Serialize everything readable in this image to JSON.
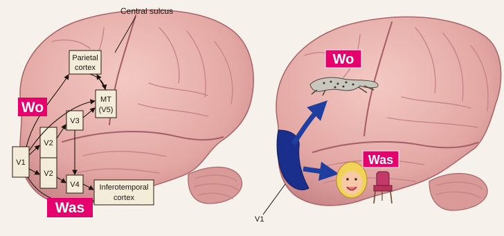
{
  "left": {
    "sulcus_label": "Central sulcus",
    "boxes": {
      "parietal": [
        "Parietal",
        "cortex"
      ],
      "mt": [
        "MT",
        "(V5)"
      ],
      "v1": "V1",
      "v2_top": "V2",
      "v2_bottom": "V2",
      "v3": "V3",
      "v4": "V4",
      "it": [
        "Inferotemporal",
        "cortex"
      ]
    },
    "tag_where": "Wo",
    "tag_what": "Was"
  },
  "right": {
    "tag_where": "Wo",
    "tag_what": "Was",
    "v1_label": "V1"
  },
  "colors": {
    "tag": "#e5006e",
    "brain": "#e8b3ae",
    "brain_dark": "#b86d72",
    "arrow_blue": "#1f3fa0",
    "v1_region": "#1a2e8c",
    "box": "#f3ecd8"
  }
}
